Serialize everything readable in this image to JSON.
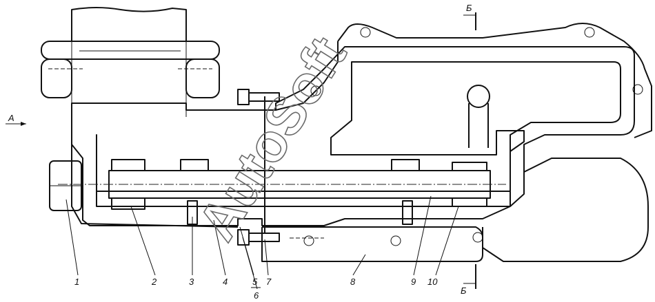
{
  "view_labels": {
    "view_a": "А",
    "section_top": "Б",
    "section_bottom": "Б"
  },
  "callouts": [
    {
      "text": "1"
    },
    {
      "text": "2"
    },
    {
      "text": "3"
    },
    {
      "text": "4"
    },
    {
      "text": "5"
    },
    {
      "text": "6"
    },
    {
      "text": "7"
    },
    {
      "text": "8"
    },
    {
      "text": "9"
    },
    {
      "text": "10"
    }
  ],
  "watermark": "AutoSoft"
}
